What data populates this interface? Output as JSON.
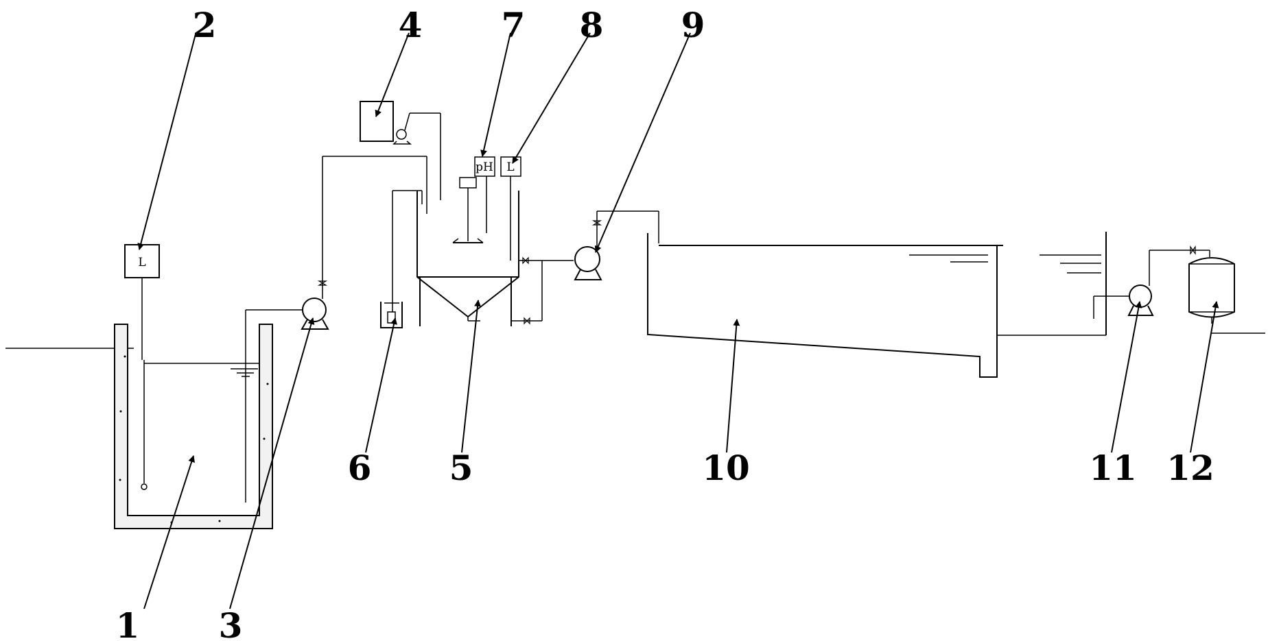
{
  "callouts": [
    "1",
    "2",
    "3",
    "4",
    "5",
    "6",
    "7",
    "8",
    "9",
    "10",
    "11",
    "12"
  ],
  "instruments": {
    "level_sensor_tank": "L",
    "ph_meter": "pH",
    "level_sensor_reactor": "L"
  }
}
